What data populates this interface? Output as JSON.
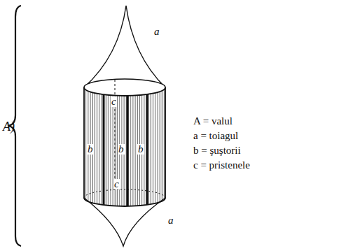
{
  "diagram": {
    "labels": [
      "A)",
      "a",
      "a",
      "b",
      "b",
      "b",
      "c",
      "c",
      "A = valul",
      "a = toiagul",
      "b = şuştorii",
      "c = pristenele"
    ]
  }
}
